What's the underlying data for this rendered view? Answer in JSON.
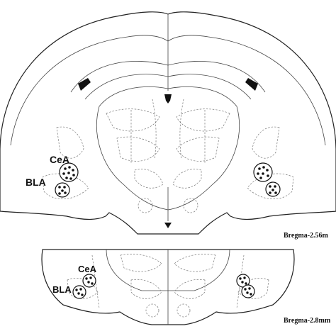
{
  "upper_section": {
    "bregma_label": "Bregma-2.56m",
    "region_labels": {
      "cea": "CeA",
      "bla": "BLA"
    }
  },
  "lower_section": {
    "bregma_label": "Bregma-2.8mm",
    "region_labels": {
      "cea": "CeA",
      "bla": "BLA"
    }
  }
}
